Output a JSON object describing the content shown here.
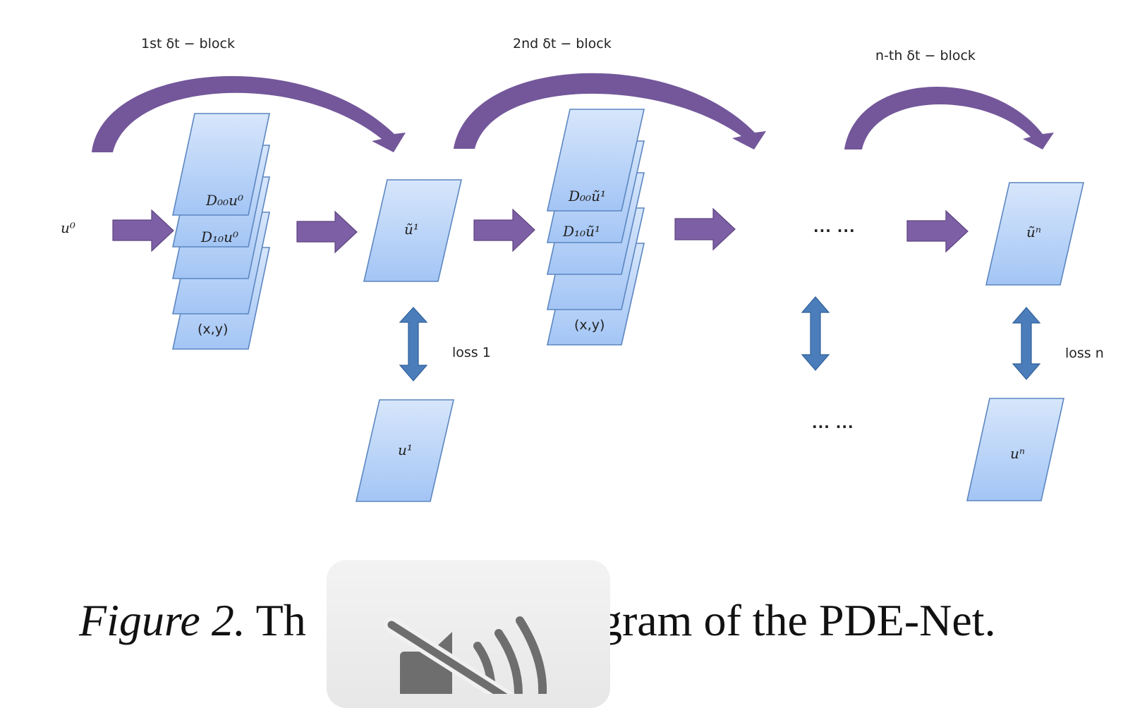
{
  "diagram": {
    "block_labels": [
      "1st δt − block",
      "2nd δt − block",
      "n-th δt − block"
    ],
    "input_label": "u⁰",
    "stack1": [
      "D₀₀u⁰",
      "D₁₀u⁰",
      "",
      "",
      "(x,y)"
    ],
    "stack2": [
      "D₀₀ũ¹",
      "D₁₀ũ¹",
      "",
      "",
      "(x,y)"
    ],
    "pred1": "ũ¹",
    "predn": "ũⁿ",
    "true1": "u¹",
    "truen": "uⁿ",
    "loss1": "loss 1",
    "lossn": "loss n",
    "ellipsis_top": "··· ···",
    "ellipsis_bottom": "··· ···"
  },
  "caption": {
    "prefix": "Figure 2.",
    "text_left": " Th",
    "text_right": "iagram of the PDE-Net."
  },
  "overlay": {
    "icon": "muted-speaker-icon"
  },
  "colors": {
    "plane_top": "#d7e6fb",
    "plane_bottom": "#a3c5f5",
    "curve_arrow": "#73579a",
    "flow_arrow": "#7d5fa6",
    "loss_arrow": "#4b7dbb"
  }
}
